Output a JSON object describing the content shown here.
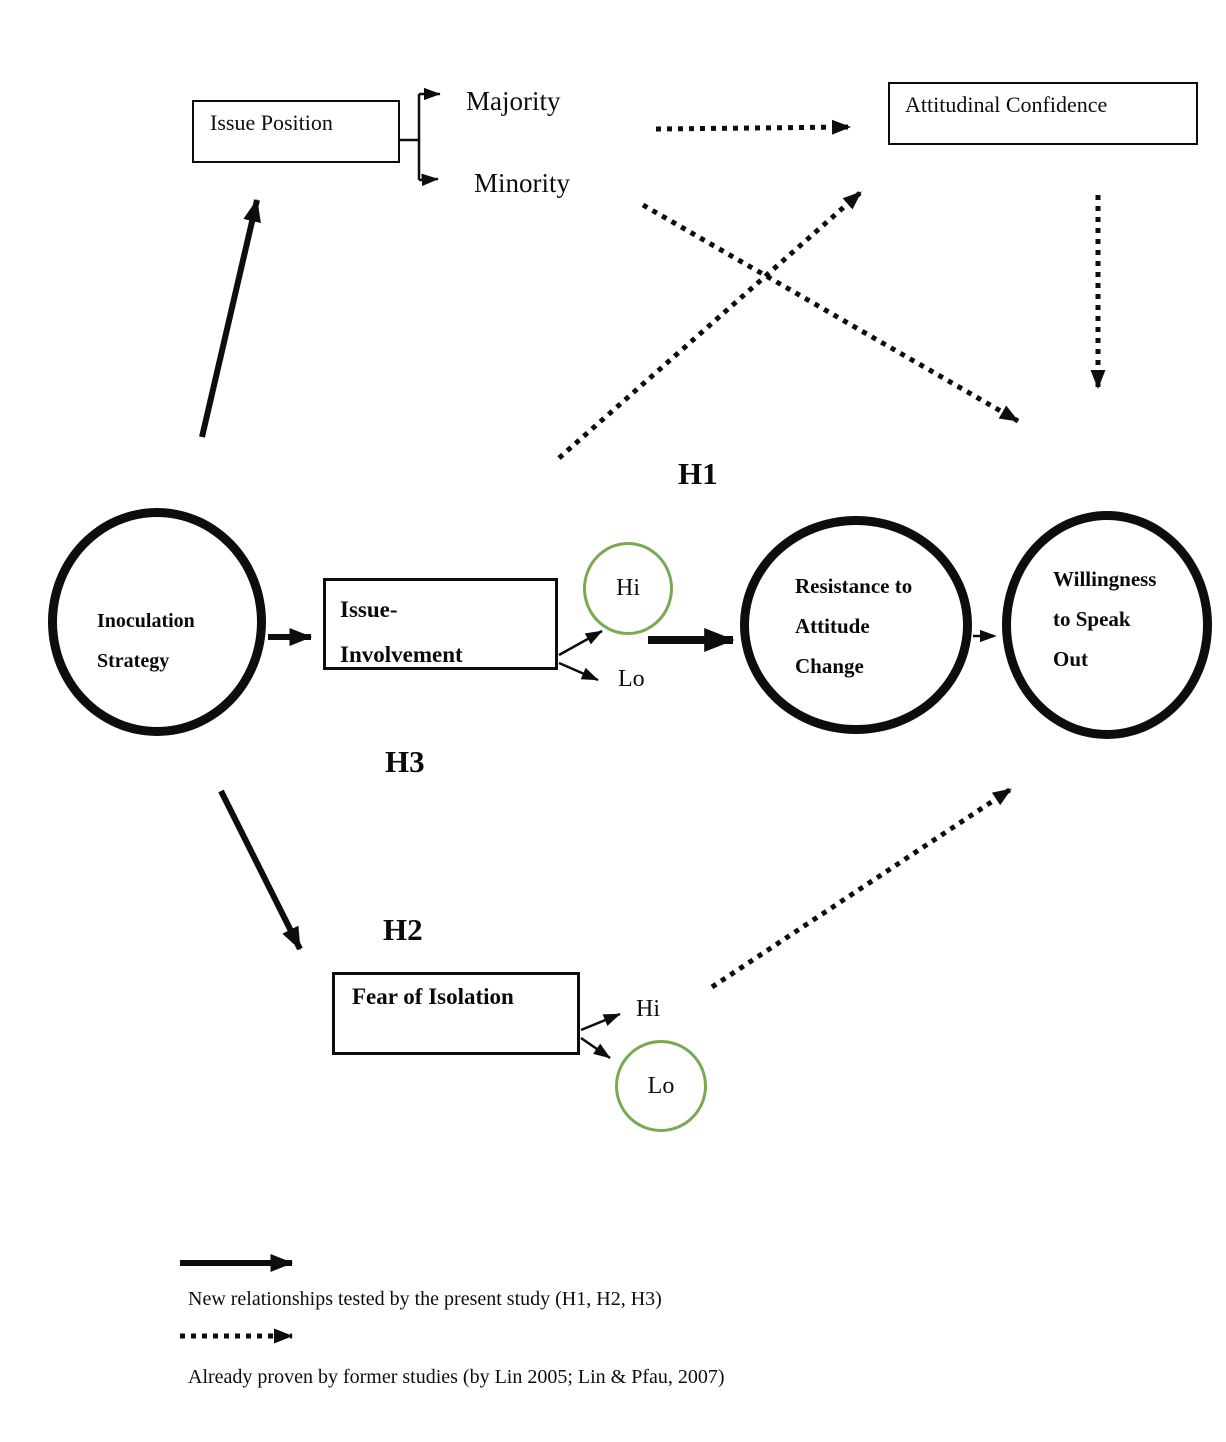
{
  "colors": {
    "green": "#7aa952",
    "ink": "#0d0d0d"
  },
  "nodes": {
    "issue_position": {
      "label": "Issue Position"
    },
    "majority": {
      "label": "Majority"
    },
    "minority": {
      "label": "Minority"
    },
    "attitudinal_confidence": {
      "label": "Attitudinal Confidence"
    },
    "inoculation_strategy": {
      "line1": "Inoculation",
      "line2": "Strategy"
    },
    "issue_involvement": {
      "line1": "Issue-",
      "line2": "Involvement",
      "hi": "Hi",
      "lo": "Lo"
    },
    "resistance": {
      "line1": "Resistance to",
      "line2": "Attitude",
      "line3": "Change"
    },
    "willingness": {
      "line1": "Willingness",
      "line2": "to Speak",
      "line3": "Out"
    },
    "fear_of_isolation": {
      "label": "Fear of Isolation",
      "hi": "Hi",
      "lo": "Lo"
    }
  },
  "hypotheses": {
    "h1": "H1",
    "h2": "H2",
    "h3": "H3"
  },
  "legend": {
    "solid": "New relationships tested by the present study (H1, H2, H3)",
    "dotted": "Already proven by former studies (by Lin 2005; Lin & Pfau, 2007)"
  }
}
